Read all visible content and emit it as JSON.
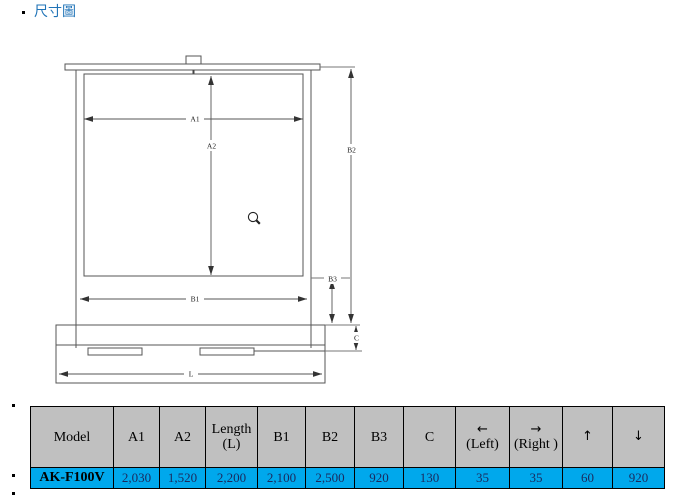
{
  "heading": {
    "bullet_icon": "bullet-dot",
    "text": "尺寸圖"
  },
  "drawing": {
    "title": "cabinet-front-elevation",
    "handle_icon": "door-handle-icon",
    "labels": {
      "a1": "A1",
      "a2": "A2",
      "b1": "B1",
      "b2": "B2",
      "b3": "B3",
      "c": "C",
      "l": "L"
    },
    "line_color": "#3a3a3a"
  },
  "spec_table": {
    "header_bg": "#c0c0c0",
    "row_bg": "#00a8ec",
    "headers": [
      {
        "label": "Model",
        "arrow": ""
      },
      {
        "label": "A1",
        "arrow": ""
      },
      {
        "label": "A2",
        "arrow": ""
      },
      {
        "label": "Length\n(L)",
        "line1": "Length",
        "line2": "(L)",
        "arrow": ""
      },
      {
        "label": "B1",
        "arrow": ""
      },
      {
        "label": "B2",
        "arrow": ""
      },
      {
        "label": "B3",
        "arrow": ""
      },
      {
        "label": "C",
        "arrow": ""
      },
      {
        "label": "(Left)",
        "arrow": "←"
      },
      {
        "label": "(Right )",
        "arrow": "→"
      },
      {
        "label": "",
        "arrow": "↑"
      },
      {
        "label": "",
        "arrow": "↓"
      }
    ],
    "rows": [
      {
        "model": "AK-F100V",
        "a1": "2,030",
        "a2": "1,520",
        "length": "2,200",
        "b1": "2,100",
        "b2": "2,500",
        "b3": "920",
        "c": "130",
        "left": "35",
        "right": "35",
        "up": "60",
        "down": "920"
      }
    ]
  }
}
